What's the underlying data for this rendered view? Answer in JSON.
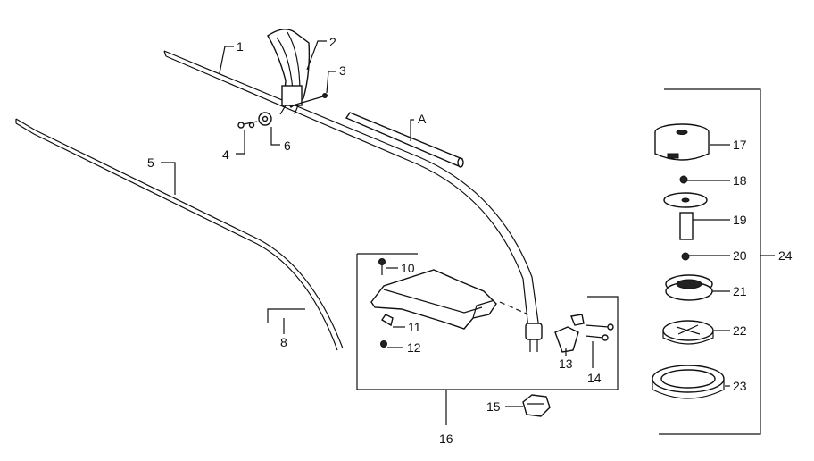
{
  "labels": {
    "p1": "1",
    "p2": "2",
    "p3": "3",
    "p4": "4",
    "p5": "5",
    "p6": "6",
    "p8": "8",
    "p10": "10",
    "p11": "11",
    "p12": "12",
    "p13": "13",
    "p14": "14",
    "p15": "15",
    "p16": "16",
    "p17": "17",
    "p18": "18",
    "p19": "19",
    "p20": "20",
    "p21": "21",
    "p22": "22",
    "p23": "23",
    "p24": "24",
    "pA": "A"
  }
}
